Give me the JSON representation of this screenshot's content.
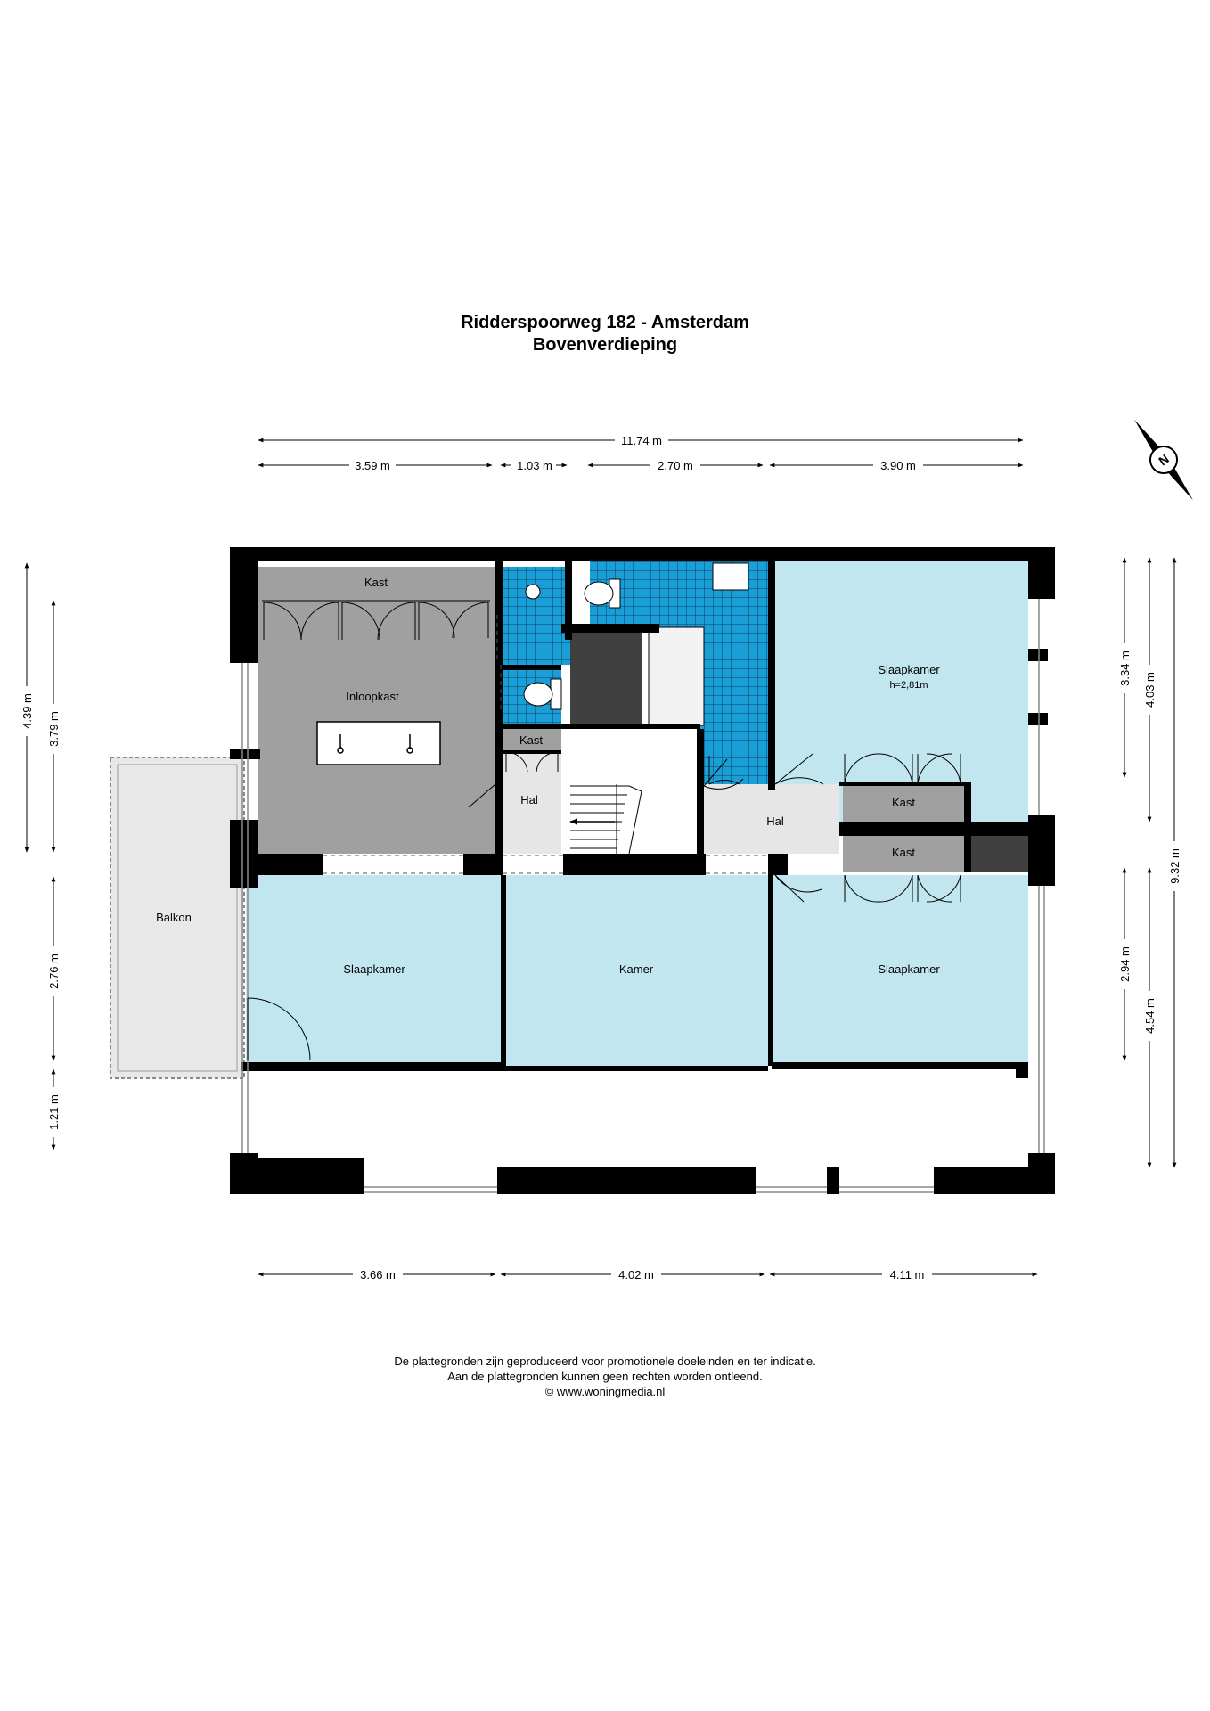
{
  "title": {
    "address": "Ridderspoorweg 182 - Amsterdam",
    "floor": "Bovenverdieping"
  },
  "rooms": {
    "kast_top": "Kast",
    "inloopkast": "Inloopkast",
    "kast_mid": "Kast",
    "hal_left": "Hal",
    "hal_right": "Hal",
    "slaapkamer_top": "Slaapkamer",
    "slaapkamer_top_height": "h=2,81m",
    "kast_right_1": "Kast",
    "kast_right_2": "Kast",
    "balkon": "Balkon",
    "slaapkamer_left": "Slaapkamer",
    "kamer": "Kamer",
    "slaapkamer_right": "Slaapkamer"
  },
  "dimensions": {
    "top_total": "11.74 m",
    "top_1": "3.59 m",
    "top_2": "1.03 m",
    "top_3": "2.70 m",
    "top_4": "3.90 m",
    "bottom_1": "3.66 m",
    "bottom_2": "4.02 m",
    "bottom_3": "4.11 m",
    "left_1": "4.39 m",
    "left_2": "3.79 m",
    "left_3": "2.76 m",
    "left_4": "1.21 m",
    "right_1": "3.34 m",
    "right_2": "4.03 m",
    "right_3": "9.32 m",
    "right_4": "2.94 m",
    "right_5": "4.54 m"
  },
  "compass": {
    "label": "N"
  },
  "disclaimer": {
    "line1": "De plattegronden zijn geproduceerd voor promotionele doeleinden en ter indicatie.",
    "line2": "Aan de plattegronden kunnen geen rechten worden ontleend.",
    "line3": "© www.woningmedia.nl"
  },
  "colors": {
    "wall": "#000000",
    "bedroom": "#c2e6f0",
    "closet": "#a0a0a0",
    "hall": "#e6e6e6",
    "tile": "#1a9ed8",
    "balcony": "#e8e8e8",
    "dark": "#404040"
  }
}
